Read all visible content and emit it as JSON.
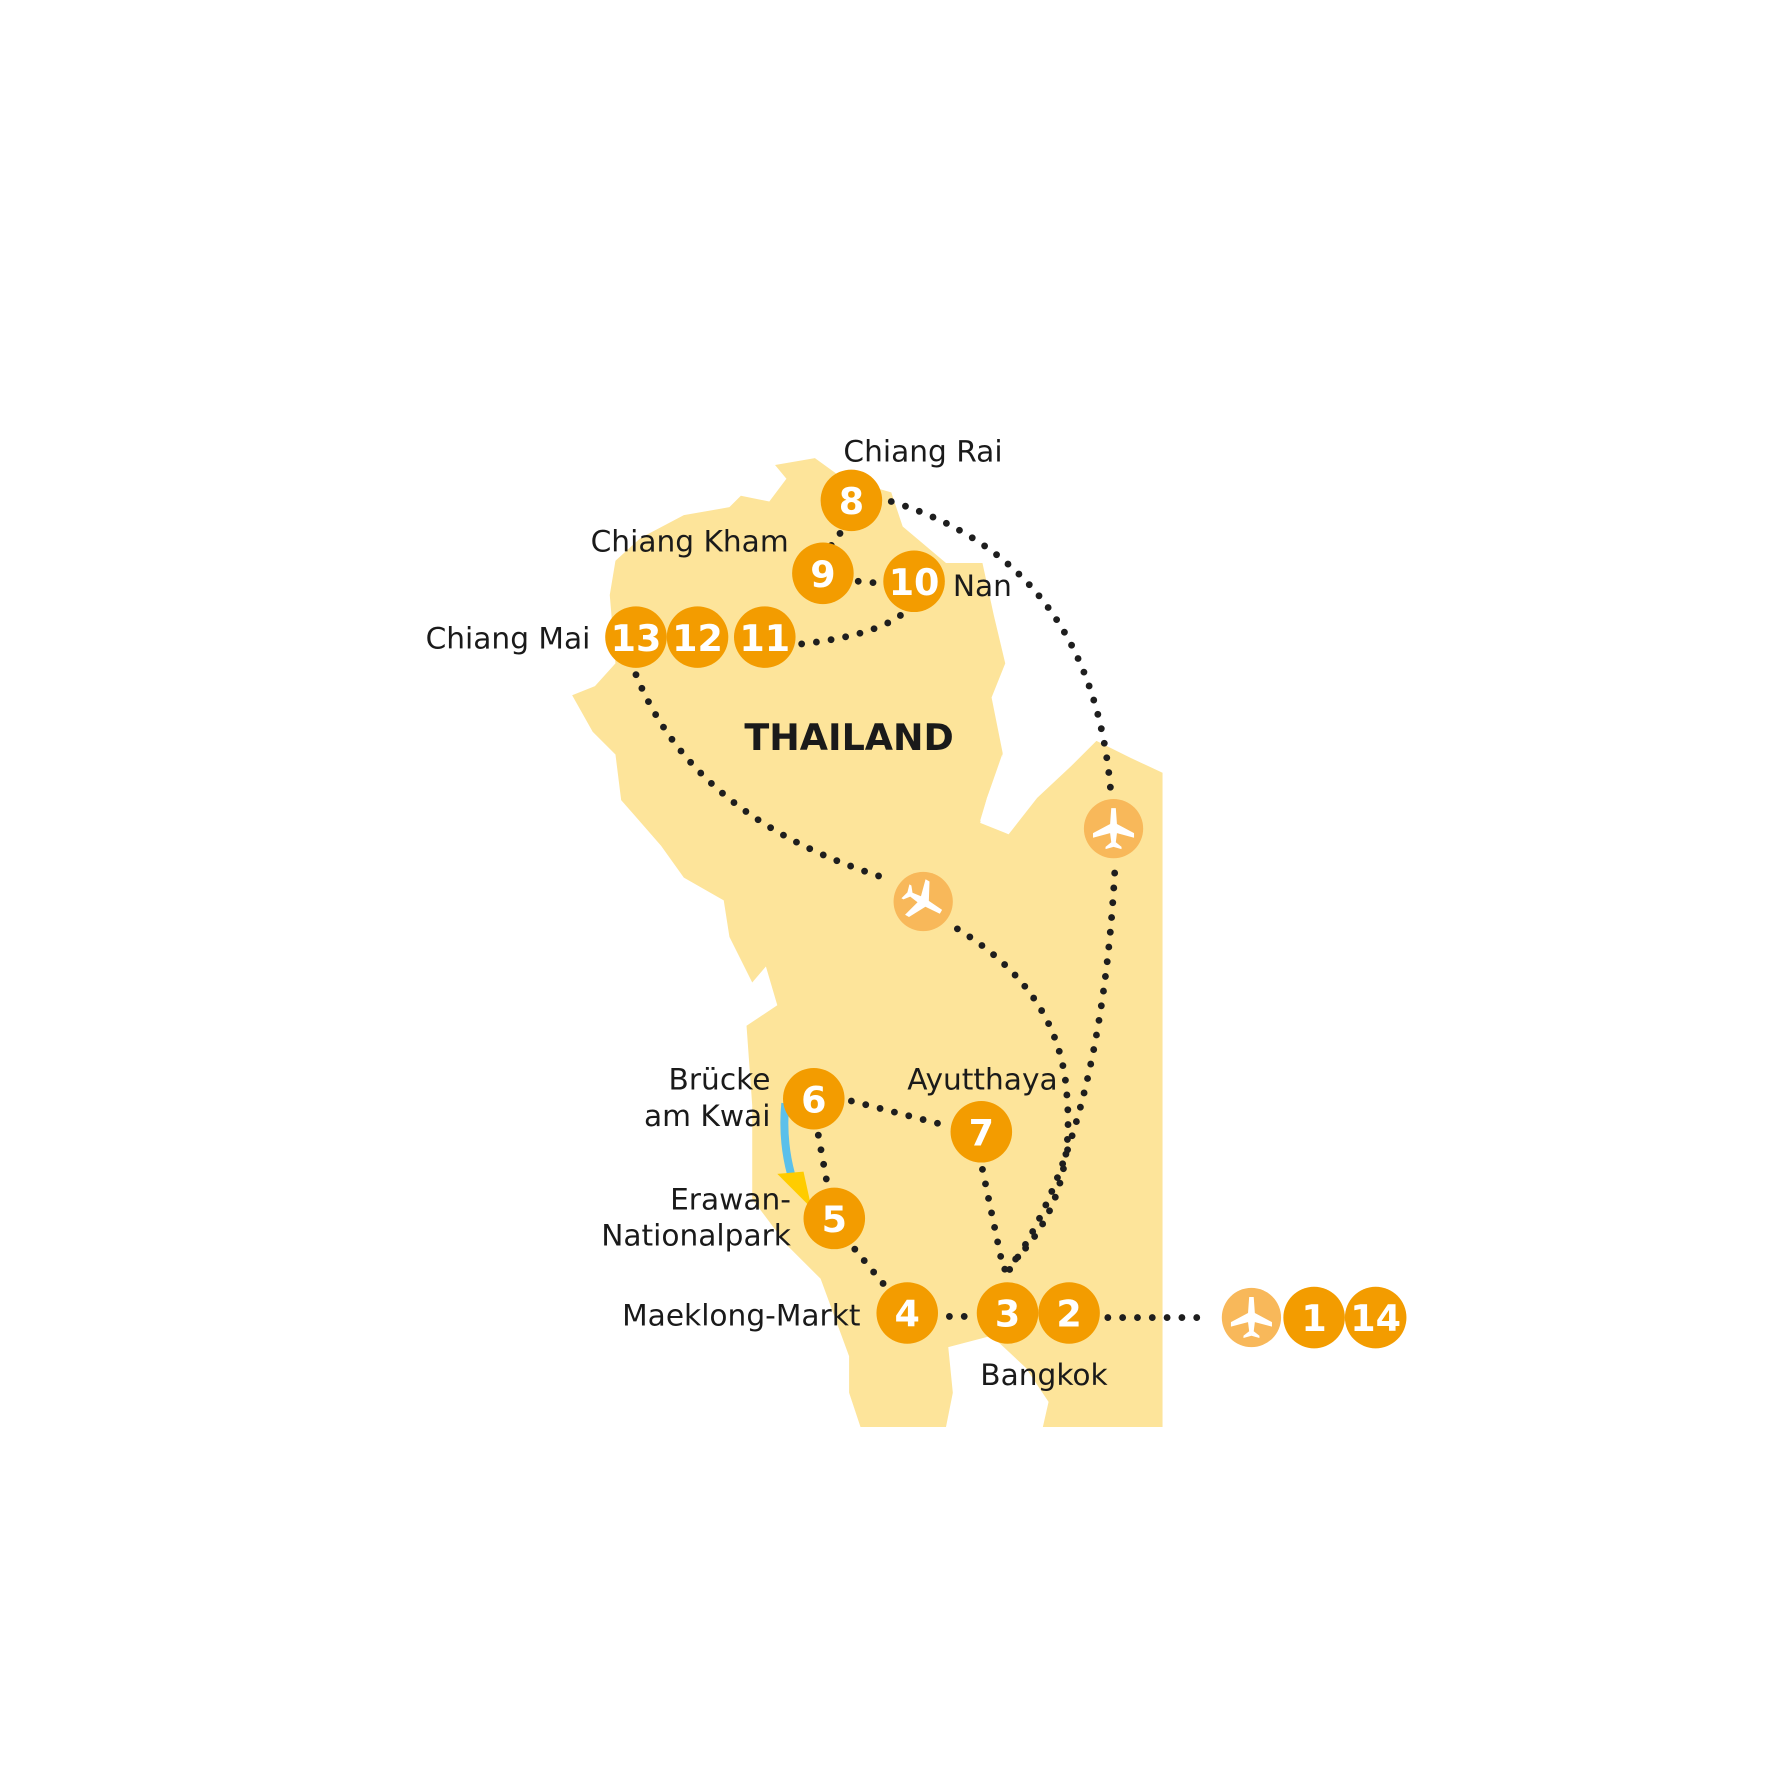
{
  "country_label": "THAILAND",
  "colors": {
    "land": "#fde49a",
    "stop": "#f39c00",
    "airport": "#f8b85a",
    "route": "#1e1e1e",
    "river": "#5bc0ea",
    "waterfall": "#ffcc00"
  },
  "places": {
    "chiang_rai": "Chiang Rai",
    "chiang_kham": "Chiang Kham",
    "nan": "Nan",
    "chiang_mai": "Chiang Mai",
    "bruecke_1": "Brücke",
    "bruecke_2": "am Kwai",
    "ayutthaya": "Ayutthaya",
    "erawan_1": "Erawan-",
    "erawan_2": "Nationalpark",
    "maeklong": "Maeklong-Markt",
    "bangkok": "Bangkok"
  },
  "stops": [
    "1",
    "2",
    "3",
    "4",
    "5",
    "6",
    "7",
    "8",
    "9",
    "10",
    "11",
    "12",
    "13",
    "14"
  ],
  "icons": [
    "airplane-icon"
  ]
}
